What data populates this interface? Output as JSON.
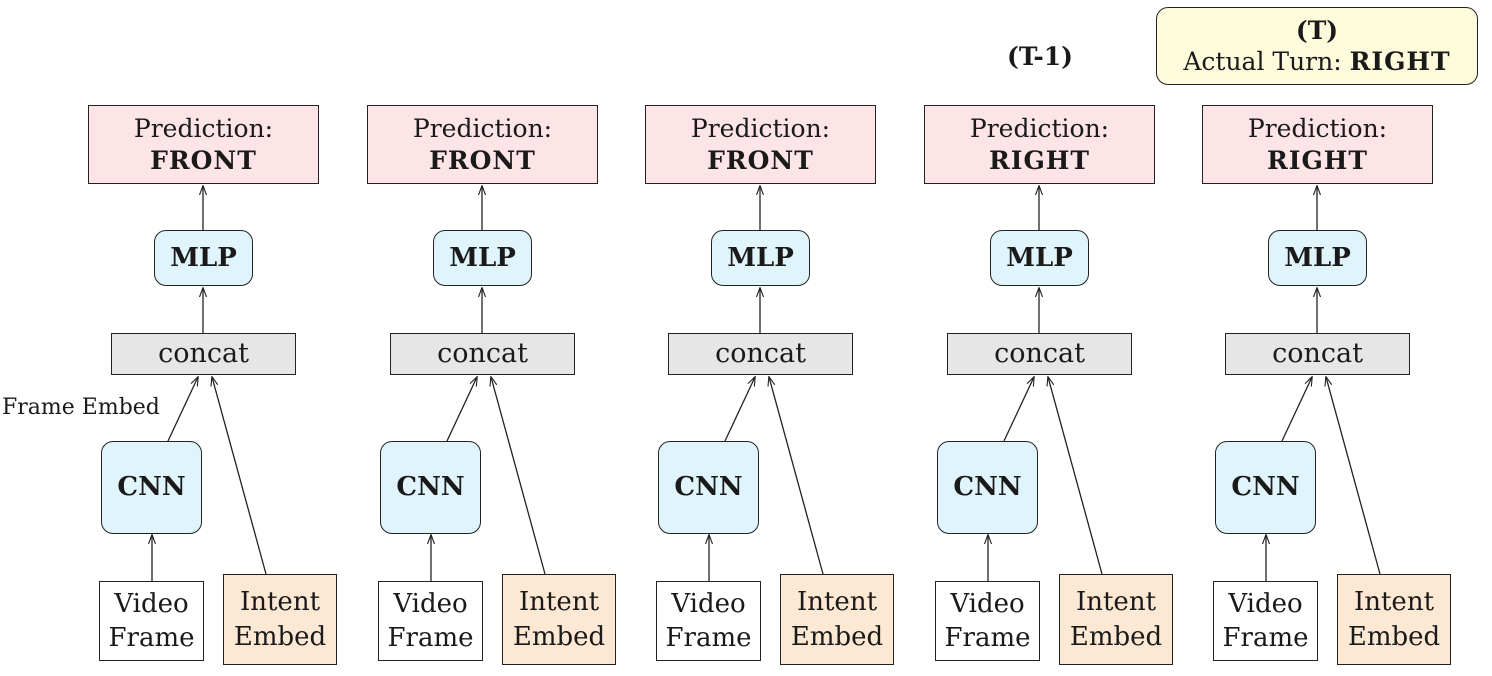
{
  "time_labels": {
    "previous_step": "(T-1)",
    "current_step": "(T)"
  },
  "actual_turn": {
    "label": "Actual Turn:",
    "value": "RIGHT"
  },
  "edge_label": "Frame Embed",
  "steps": [
    {
      "prediction_label": "Prediction:",
      "prediction_value": "FRONT",
      "mlp": "MLP",
      "concat": "concat",
      "cnn": "CNN",
      "video_frame": [
        "Video",
        "Frame"
      ],
      "intent_embed": [
        "Intent",
        "Embed"
      ]
    },
    {
      "prediction_label": "Prediction:",
      "prediction_value": "FRONT",
      "mlp": "MLP",
      "concat": "concat",
      "cnn": "CNN",
      "video_frame": [
        "Video",
        "Frame"
      ],
      "intent_embed": [
        "Intent",
        "Embed"
      ]
    },
    {
      "prediction_label": "Prediction:",
      "prediction_value": "FRONT",
      "mlp": "MLP",
      "concat": "concat",
      "cnn": "CNN",
      "video_frame": [
        "Video",
        "Frame"
      ],
      "intent_embed": [
        "Intent",
        "Embed"
      ]
    },
    {
      "prediction_label": "Prediction:",
      "prediction_value": "RIGHT",
      "mlp": "MLP",
      "concat": "concat",
      "cnn": "CNN",
      "video_frame": [
        "Video",
        "Frame"
      ],
      "intent_embed": [
        "Intent",
        "Embed"
      ]
    },
    {
      "prediction_label": "Prediction:",
      "prediction_value": "RIGHT",
      "mlp": "MLP",
      "concat": "concat",
      "cnn": "CNN",
      "video_frame": [
        "Video",
        "Frame"
      ],
      "intent_embed": [
        "Intent",
        "Embed"
      ]
    }
  ],
  "colors": {
    "prediction_fill": "#fde4e6",
    "network_fill": "#dff4fb",
    "concat_fill": "#e6e6e6",
    "intent_fill": "#fde8d3",
    "actual_turn_fill": "#fdfbdc",
    "stroke": "#222222"
  }
}
